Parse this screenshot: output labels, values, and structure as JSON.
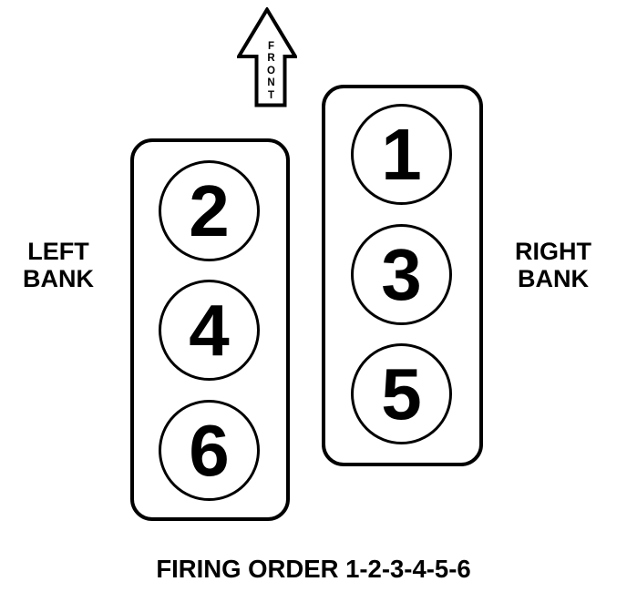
{
  "diagram": {
    "front_arrow": {
      "label": "FRONT"
    },
    "left_bank": {
      "label_lines": [
        "LEFT",
        "BANK"
      ],
      "cylinders": [
        "2",
        "4",
        "6"
      ]
    },
    "right_bank": {
      "label_lines": [
        "RIGHT",
        "BANK"
      ],
      "cylinders": [
        "1",
        "3",
        "5"
      ]
    },
    "caption": "FIRING ORDER 1-2-3-4-5-6",
    "colors": {
      "line": "#000000",
      "background": "#ffffff"
    }
  }
}
